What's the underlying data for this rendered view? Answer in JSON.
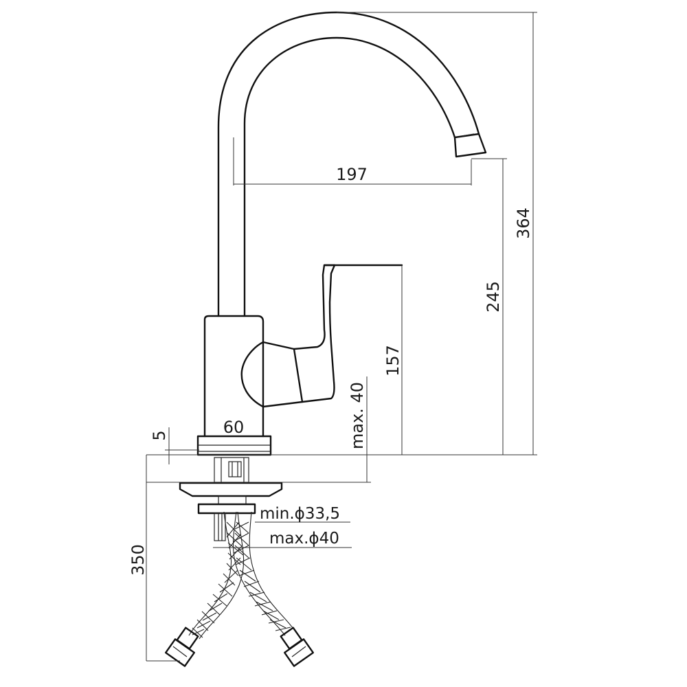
{
  "dimensions": {
    "overall_height": "364",
    "spout_height": "245",
    "lever_height": "157",
    "spout_reach": "197",
    "base_diameter": "60",
    "base_thickness": "5",
    "max_deck_thickness": "max. 40",
    "hose_length": "350",
    "min_hole_diameter": "min.ϕ33,5",
    "max_hole_diameter": "max.ϕ40"
  },
  "colors": {
    "line": "#111111",
    "background": "#ffffff"
  }
}
